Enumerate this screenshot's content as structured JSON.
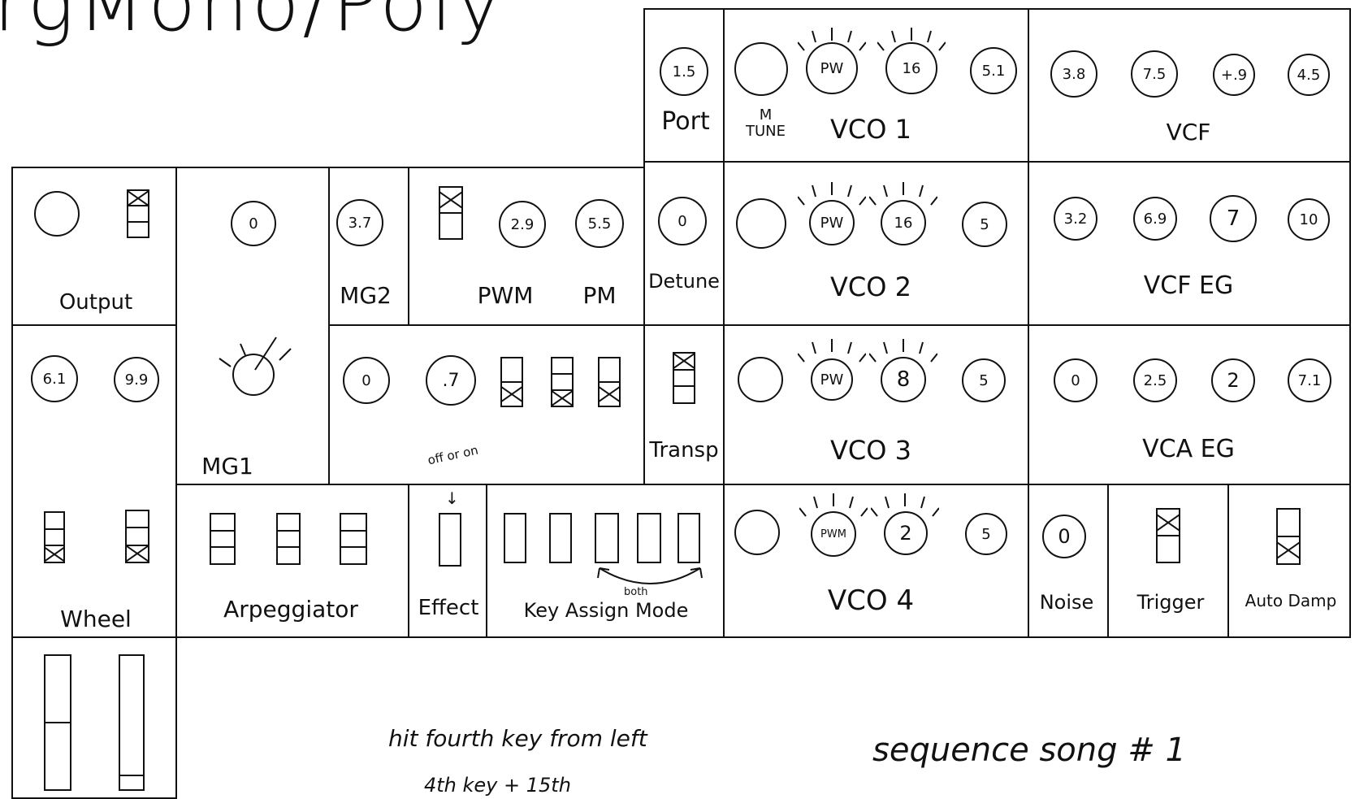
{
  "title": "rgMono/Poly",
  "controls": {
    "port": {
      "label": "Port",
      "value": "1.5"
    },
    "vco1": {
      "label": "VCO 1",
      "m_tune_label_top": "M",
      "m_tune_label_bottom": "TUNE",
      "pw": "PW",
      "octave": "16",
      "level": "5.1"
    },
    "vcf": {
      "label": "VCF",
      "values": [
        "3.8",
        "7.5",
        "+.9",
        "4.5"
      ]
    },
    "output": {
      "label": "Output"
    },
    "mg1": {
      "label": "MG1",
      "value": "0"
    },
    "mg2": {
      "label": "MG2",
      "value": "3.7"
    },
    "pwm_pm": {
      "pwm_label": "PWM",
      "pm_label": "PM",
      "pwm_value": "2.9",
      "pm_value": "5.5"
    },
    "detune": {
      "label": "Detune",
      "value": "0"
    },
    "vco2": {
      "label": "VCO 2",
      "pw": "PW",
      "octave": "16",
      "level": "5"
    },
    "vcf_eg": {
      "label": "VCF EG",
      "values": [
        "3.2",
        "6.9",
        "7",
        "10"
      ]
    },
    "wheel": {
      "label": "Wheel",
      "values": [
        "6.1",
        "9.9"
      ]
    },
    "mid_row": {
      "values": [
        "0",
        ".7"
      ],
      "off_on_note": "off or on"
    },
    "transp": {
      "label": "Transp"
    },
    "vco3": {
      "label": "VCO 3",
      "pw": "PW",
      "octave": "8",
      "level": "5"
    },
    "vca_eg": {
      "label": "VCA EG",
      "values": [
        "0",
        "2.5",
        "2",
        "7.1"
      ]
    },
    "arpeggiator": {
      "label": "Arpeggiator"
    },
    "effect": {
      "label": "Effect"
    },
    "key_assign": {
      "label": "Key Assign Mode",
      "both_note": "both"
    },
    "vco4": {
      "label": "VCO 4",
      "pwm": "PWM",
      "octave": "2",
      "level": "5"
    },
    "noise": {
      "label": "Noise",
      "value": "0"
    },
    "trigger": {
      "label": "Trigger"
    },
    "auto_damp": {
      "label": "Auto Damp"
    }
  },
  "notes": {
    "line1": "hit fourth key from left",
    "line2": "4th key + 15th",
    "song": "sequence song # 1"
  }
}
